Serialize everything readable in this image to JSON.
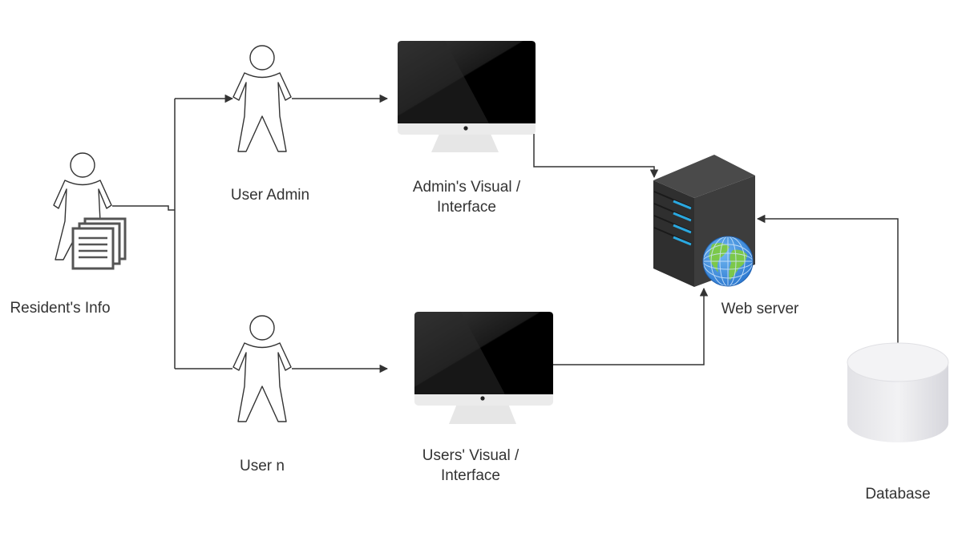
{
  "diagram": {
    "type": "system-architecture",
    "nodes": {
      "residents_info": {
        "label": "Resident's Info",
        "icon": "person-with-documents-icon"
      },
      "user_admin": {
        "label": "User Admin",
        "icon": "user-actor-icon"
      },
      "user_n": {
        "label": "User n",
        "icon": "user-actor-icon"
      },
      "admin_interface": {
        "label_line1": "Admin's Visual /",
        "label_line2": "Interface",
        "icon": "monitor-icon"
      },
      "users_interface": {
        "label_line1": "Users' Visual /",
        "label_line2": "Interface",
        "icon": "monitor-icon"
      },
      "web_server": {
        "label": "Web server",
        "icon": "server-globe-icon"
      },
      "database": {
        "label": "Database",
        "icon": "database-cylinder-icon"
      }
    },
    "edges": [
      {
        "from": "Resident's Info",
        "to": "User Admin"
      },
      {
        "from": "Resident's Info",
        "to": "User n"
      },
      {
        "from": "User Admin",
        "to": "Admin's Visual / Interface"
      },
      {
        "from": "User n",
        "to": "Users' Visual / Interface"
      },
      {
        "from": "Admin's Visual / Interface",
        "to": "Web server"
      },
      {
        "from": "Users' Visual / Interface",
        "to": "Web server"
      },
      {
        "from": "Database",
        "to": "Web server"
      }
    ],
    "colors": {
      "line": "#333333",
      "text": "#333333",
      "server": "#3a3a3a",
      "server_led": "#2aa8e0",
      "globe_ocean": "#3b8fe0",
      "globe_land": "#7cc84a",
      "database": "#e4e4e8"
    }
  }
}
